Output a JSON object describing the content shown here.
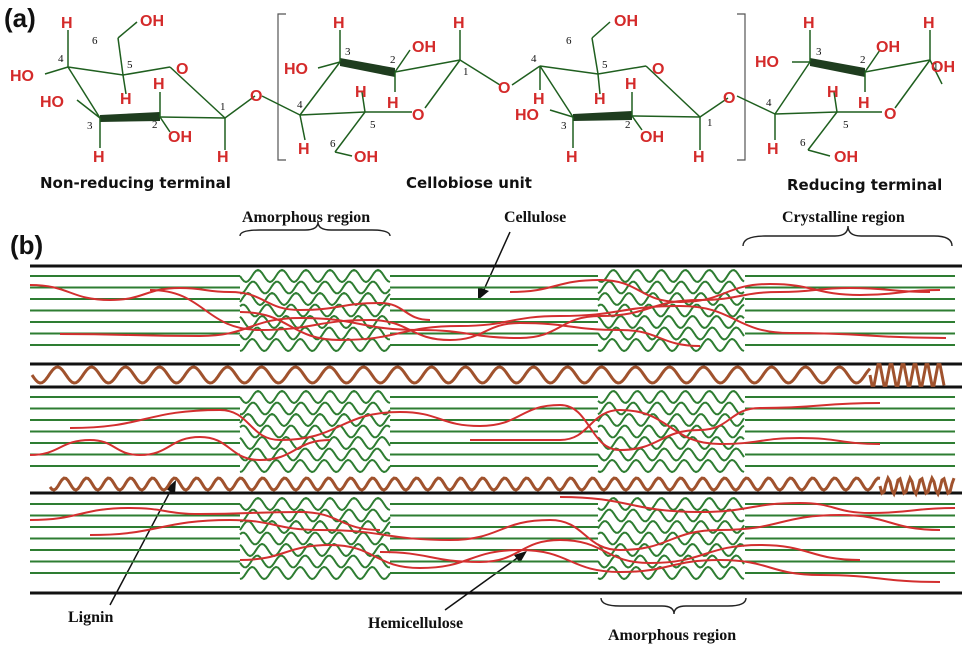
{
  "panels": {
    "a": "(a)",
    "b": "(b)"
  },
  "captions": {
    "non_reducing": "Non-reducing terminal",
    "cellobiose": "Cellobiose unit",
    "reducing": "Reducing terminal"
  },
  "labels": {
    "amorphous_top": "Amorphous region",
    "cellulose": "Cellulose",
    "crystalline": "Crystalline region",
    "lignin": "Lignin",
    "hemicellulose": "Hemicellulose",
    "amorphous_bottom": "Amorphous region"
  },
  "atoms": {
    "H": "H",
    "OH": "OH",
    "HO": "HO",
    "O": "O"
  },
  "colors": {
    "cellulose": "#2e7d32",
    "hemicellulose": "#d32f2f",
    "lignin": "#a0522d",
    "atom": "#d42a2a",
    "bond": "#1f3d1f"
  }
}
